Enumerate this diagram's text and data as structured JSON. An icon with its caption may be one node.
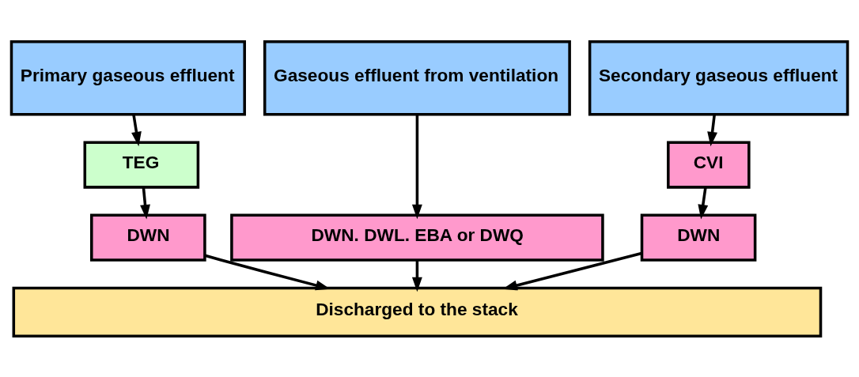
{
  "diagram": {
    "nodes": [
      {
        "text": [
          "Primary gaseous effluent"
        ]
      },
      {
        "text": [
          "Gaseous effluent from ventilation"
        ]
      },
      {
        "text": [
          "Secondary gaseous effluent"
        ]
      },
      {
        "text": [
          "TEG"
        ]
      },
      {
        "text": [
          "CVI"
        ]
      },
      {
        "text": [
          "DWN"
        ]
      },
      {
        "text": [
          "DWN. DWL. EBA or DWQ"
        ]
      },
      {
        "text": [
          "DWN"
        ]
      },
      {
        "text": [
          "Discharged to the stack"
        ]
      }
    ],
    "edges": [
      {
        "from": 0,
        "to": 3,
        "arrow": "to"
      },
      {
        "from": 3,
        "to": 5,
        "arrow": "to"
      },
      {
        "from": 5,
        "to": 8,
        "arrow": "to"
      },
      {
        "from": 1,
        "to": 6,
        "arrow": "to"
      },
      {
        "from": 6,
        "to": 8,
        "arrow": "to"
      },
      {
        "from": 2,
        "to": 4,
        "arrow": "to"
      },
      {
        "from": 4,
        "to": 7,
        "arrow": "to"
      },
      {
        "from": 7,
        "to": 8,
        "arrow": "to"
      }
    ]
  }
}
